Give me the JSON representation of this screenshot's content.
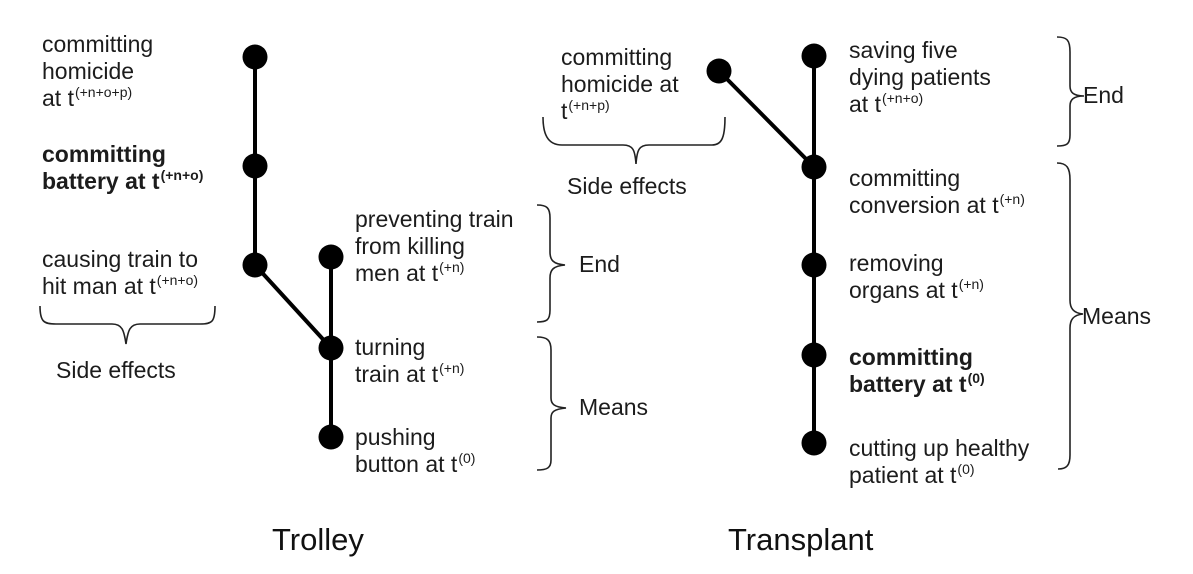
{
  "diagrams": [
    {
      "id": "trolley",
      "title": "Trolley",
      "nodes": [
        {
          "id": "homicide",
          "text": "committing homicide at t",
          "lines": [
            "committing",
            "homicide",
            "at t"
          ],
          "sup": "(+n+o+p)",
          "bold": false
        },
        {
          "id": "battery",
          "text": "committing battery at t",
          "lines": [
            "committing",
            "battery at t"
          ],
          "sup": "(+n+o)",
          "bold": true
        },
        {
          "id": "hit-man",
          "text": "causing train to hit man at t",
          "lines": [
            "causing train to",
            "hit man at t"
          ],
          "sup": "(+n+o)",
          "bold": false
        },
        {
          "id": "preventing",
          "text": "preventing train from killing men at t",
          "lines": [
            "preventing train",
            "from killing",
            "men at t"
          ],
          "sup": "(+n)",
          "bold": false
        },
        {
          "id": "turning",
          "text": "turning train at t",
          "lines": [
            "turning",
            "train at t"
          ],
          "sup": "(+n)",
          "bold": false
        },
        {
          "id": "pushing",
          "text": "pushing button at t",
          "lines": [
            "pushing",
            "button at t"
          ],
          "sup": "(0)",
          "bold": false
        }
      ],
      "edges": [
        [
          "homicide",
          "battery"
        ],
        [
          "battery",
          "hit-man"
        ],
        [
          "hit-man",
          "turning"
        ],
        [
          "preventing",
          "turning"
        ],
        [
          "turning",
          "pushing"
        ]
      ],
      "brackets": [
        {
          "label": "Side effects",
          "covers": [
            "hit-man"
          ]
        },
        {
          "label": "End",
          "covers": [
            "preventing"
          ]
        },
        {
          "label": "Means",
          "covers": [
            "turning",
            "pushing"
          ]
        }
      ]
    },
    {
      "id": "transplant",
      "title": "Transplant",
      "nodes": [
        {
          "id": "homicide",
          "text": "committing homicide at t",
          "lines": [
            "committing",
            "homicide at",
            "t"
          ],
          "sup": "(+n+p)",
          "bold": false
        },
        {
          "id": "saving",
          "text": "saving five dying patients at t",
          "lines": [
            "saving five",
            "dying patients",
            "at t"
          ],
          "sup": "(+n+o)",
          "bold": false
        },
        {
          "id": "conversion",
          "text": "committing conversion at t",
          "lines": [
            "committing",
            "conversion at t"
          ],
          "sup": "(+n)",
          "bold": false
        },
        {
          "id": "removing",
          "text": "removing organs at t",
          "lines": [
            "removing",
            "organs at t"
          ],
          "sup": "(+n)",
          "bold": false
        },
        {
          "id": "battery",
          "text": "committing battery at t",
          "lines": [
            "committing",
            "battery at t"
          ],
          "sup": "(0)",
          "bold": true
        },
        {
          "id": "cutting",
          "text": "cutting up healthy patient at t",
          "lines": [
            "cutting up healthy",
            "patient at t"
          ],
          "sup": "(0)",
          "bold": false
        }
      ],
      "edges": [
        [
          "homicide",
          "conversion"
        ],
        [
          "saving",
          "conversion"
        ],
        [
          "conversion",
          "removing"
        ],
        [
          "removing",
          "battery"
        ],
        [
          "battery",
          "cutting"
        ]
      ],
      "brackets": [
        {
          "label": "Side effects",
          "covers": [
            "homicide"
          ]
        },
        {
          "label": "End",
          "covers": [
            "saving"
          ]
        },
        {
          "label": "Means",
          "covers": [
            "conversion",
            "removing",
            "battery",
            "cutting"
          ]
        }
      ]
    }
  ],
  "colors": {
    "ink": "#000000",
    "text": "#1c1c1c",
    "background": "#ffffff"
  }
}
